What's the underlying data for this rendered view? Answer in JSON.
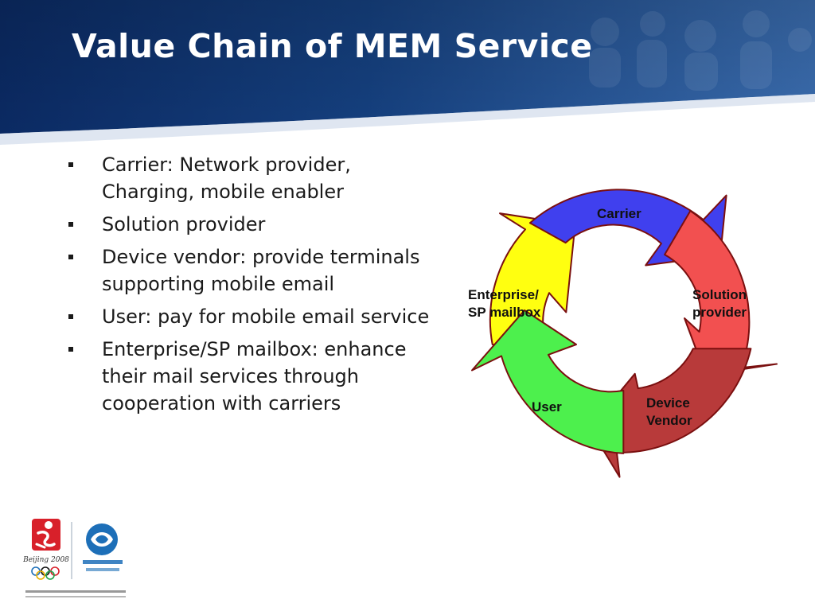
{
  "slide": {
    "title": "Value Chain of MEM Service",
    "bullets": [
      "Carrier: Network provider, Charging, mobile enabler",
      "Solution provider",
      "Device vendor: provide terminals supporting mobile email",
      "User: pay for mobile email service",
      "Enterprise/SP mailbox: enhance their mail services through cooperation with carriers"
    ]
  },
  "diagram": {
    "type": "cycle",
    "segments": [
      {
        "label": "Carrier",
        "color": "#4040ee"
      },
      {
        "label": "Solution\nprovider",
        "color": "#f25050"
      },
      {
        "label": "Device\nVendor",
        "color": "#b83a3a"
      },
      {
        "label": "User",
        "color": "#4df04d"
      },
      {
        "label": "Enterprise/\nSP mailbox",
        "color": "#ffff10"
      }
    ]
  },
  "logos": {
    "left_icon": "beijing-2008-olympics-emblem-icon",
    "right_icon": "china-mobile-logo-icon",
    "accent_red": "#d8202a",
    "accent_blue": "#1d6fb8"
  },
  "theme": {
    "header_dark": "#0d2f6a",
    "header_light": "#2c5fa6"
  }
}
